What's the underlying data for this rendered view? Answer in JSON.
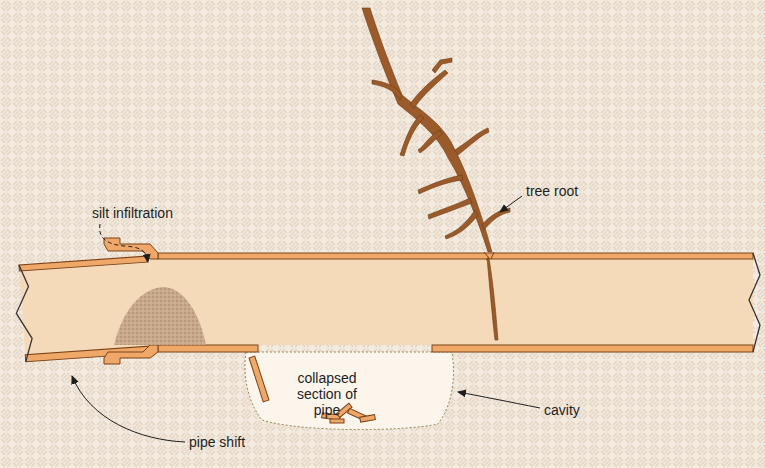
{
  "diagram": {
    "labels": [
      "silt infiltration",
      "tree root",
      "collapsed section of pipe",
      "cavity",
      "pipe shift"
    ]
  }
}
